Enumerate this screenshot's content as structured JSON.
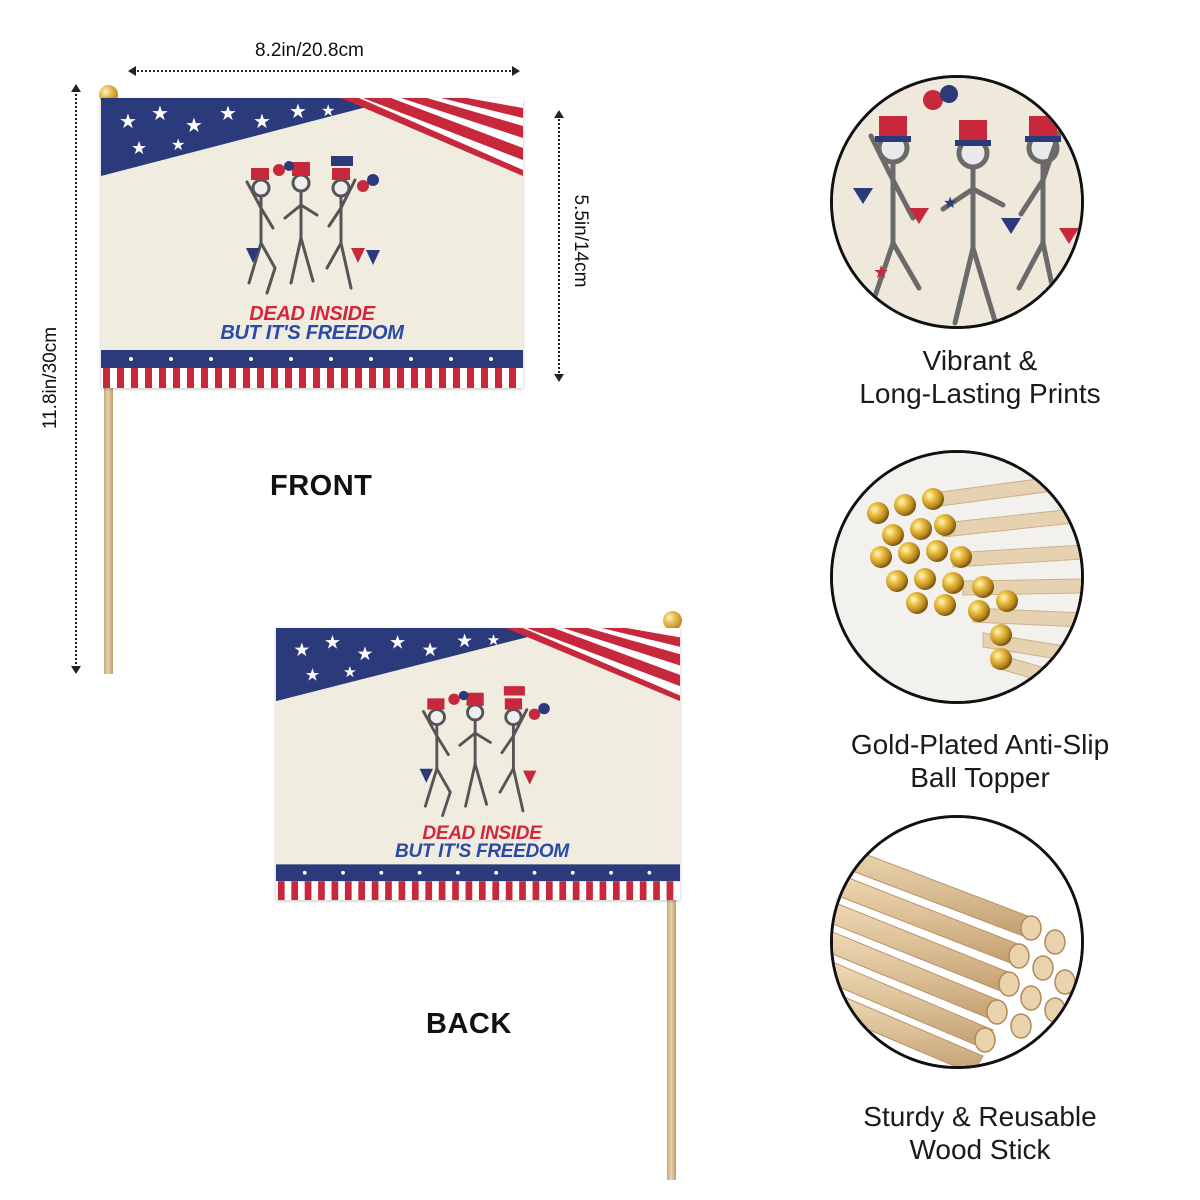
{
  "dimensions": {
    "width": "8.2in/20.8cm",
    "flag_height": "5.5in/14cm",
    "total_height": "11.8in/30cm"
  },
  "flag": {
    "line1": "DEAD INSIDE",
    "line2": "BUT IT'S FREEDOM"
  },
  "labels": {
    "front": "FRONT",
    "back": "BACK"
  },
  "features": [
    {
      "line1": "Vibrant &",
      "line2": "Long-Lasting Prints",
      "icon": "skeleton-print-closeup"
    },
    {
      "line1": "Gold-Plated Anti-Slip",
      "line2": "Ball Topper",
      "icon": "gold-ball-toppers"
    },
    {
      "line1": "Sturdy & Reusable",
      "line2": "Wood Stick",
      "icon": "wood-sticks"
    }
  ],
  "colors": {
    "navy": "#2b3a7a",
    "red": "#c8283c",
    "cream": "#f1ece0",
    "gold": "#d9b13d",
    "wood": "#dcc39a"
  }
}
